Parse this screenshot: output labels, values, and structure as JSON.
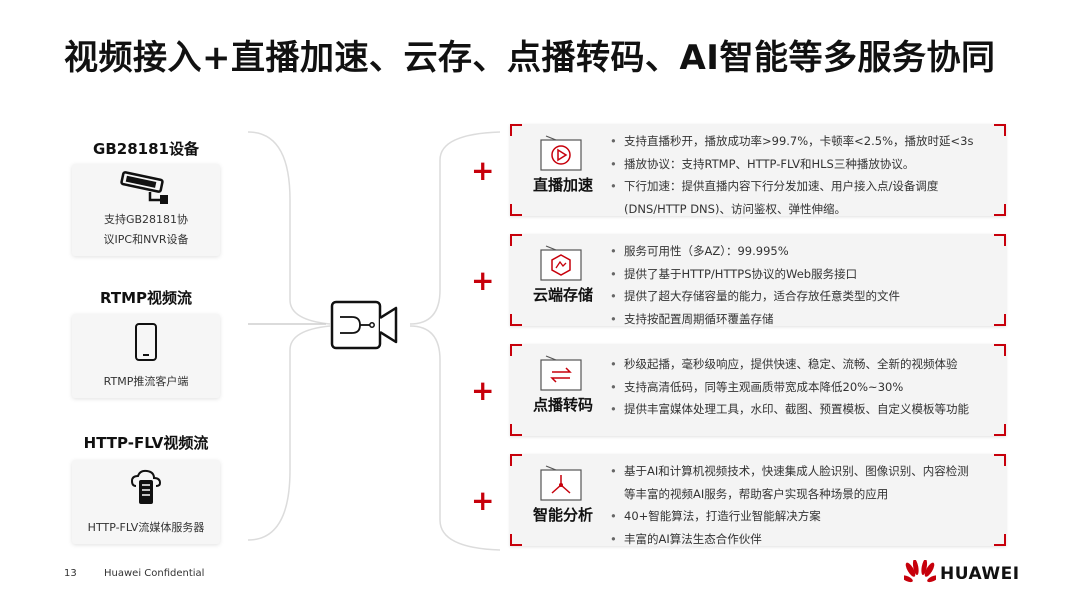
{
  "title": "视频接入+直播加速、云存、点播转码、AI智能等多服务协同",
  "sources": [
    {
      "title": "GB28181设备",
      "icon": "cctv-camera-icon",
      "caption_lines": [
        "支持GB28181协",
        "议IPC和NVR设备"
      ]
    },
    {
      "title": "RTMP视频流",
      "icon": "smartphone-icon",
      "caption_lines": [
        "RTMP推流客户端"
      ]
    },
    {
      "title": "HTTP-FLV视频流",
      "icon": "cloud-server-icon",
      "caption_lines": [
        "HTTP-FLV流媒体服务器"
      ]
    }
  ],
  "hub_icon": "video-hub-icon",
  "plus_symbol": "+",
  "services": [
    {
      "label": "直播加速",
      "icon": "live-play-icon",
      "bullets": [
        {
          "text": "支持直播秒开，播放成功率>99.7%，卡顿率<2.5%，播放时延<3s",
          "dot": true
        },
        {
          "text": "播放协议：支持RTMP、HTTP-FLV和HLS三种播放协议。",
          "dot": true
        },
        {
          "text": "下行加速：提供直播内容下行分发加速、用户接入点/设备调度",
          "dot": true
        },
        {
          "text": "(DNS/HTTP DNS)、访问鉴权、弹性伸缩。",
          "dot": false
        }
      ]
    },
    {
      "label": "云端存储",
      "icon": "cloud-storage-icon",
      "bullets": [
        {
          "text": "服务可用性（多AZ）：99.995%",
          "dot": true
        },
        {
          "text": "提供了基于HTTP/HTTPS协议的Web服务接口",
          "dot": true
        },
        {
          "text": "提供了超大存储容量的能力，适合存放任意类型的文件",
          "dot": true
        },
        {
          "text": "支持按配置周期循环覆盖存储",
          "dot": true
        }
      ]
    },
    {
      "label": "点播转码",
      "icon": "transcode-icon",
      "bullets": [
        {
          "text": "秒级起播，毫秒级响应，提供快速、稳定、流畅、全新的视频体验",
          "dot": true
        },
        {
          "text": "支持高清低码，同等主观画质带宽成本降低20%~30%",
          "dot": true
        },
        {
          "text": "提供丰富媒体处理工具，水印、截图、预置模板、自定义模板等功能",
          "dot": true
        }
      ]
    },
    {
      "label": "智能分析",
      "icon": "ai-analysis-icon",
      "bullets": [
        {
          "text": "基于AI和计算机视频技术，快速集成人脸识别、图像识别、内容检测",
          "dot": true
        },
        {
          "text": "等丰富的视频AI服务，帮助客户实现各种场景的应用",
          "dot": false
        },
        {
          "text": "40+智能算法，打造行业智能解决方案",
          "dot": true
        },
        {
          "text": "丰富的AI算法生态合作伙伴",
          "dot": true
        }
      ]
    }
  ],
  "footer": {
    "page_number": "13",
    "confidential": "Huawei Confidential",
    "brand": "HUAWEI"
  },
  "colors": {
    "accent": "#c7000b",
    "panel_bg": "#f4f4f4",
    "card_bg": "#f6f6f6"
  }
}
